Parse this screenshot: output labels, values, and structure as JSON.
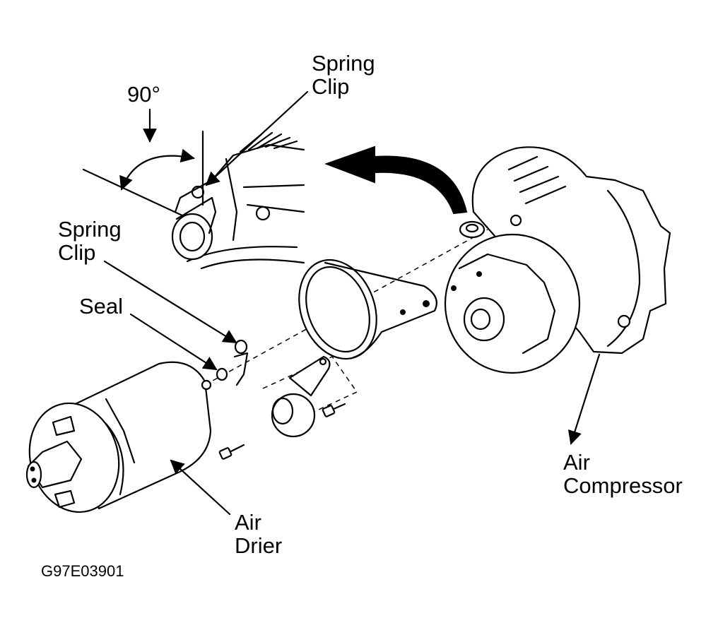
{
  "labels": {
    "spring_clip_top": [
      "Spring",
      "Clip"
    ],
    "angle": "90°",
    "spring_clip_left": [
      "Spring",
      "Clip"
    ],
    "seal": "Seal",
    "air_compressor": [
      "Air",
      "Compressor"
    ],
    "air_drier": [
      "Air",
      "Drier"
    ],
    "figure_code": "G97E03901"
  }
}
